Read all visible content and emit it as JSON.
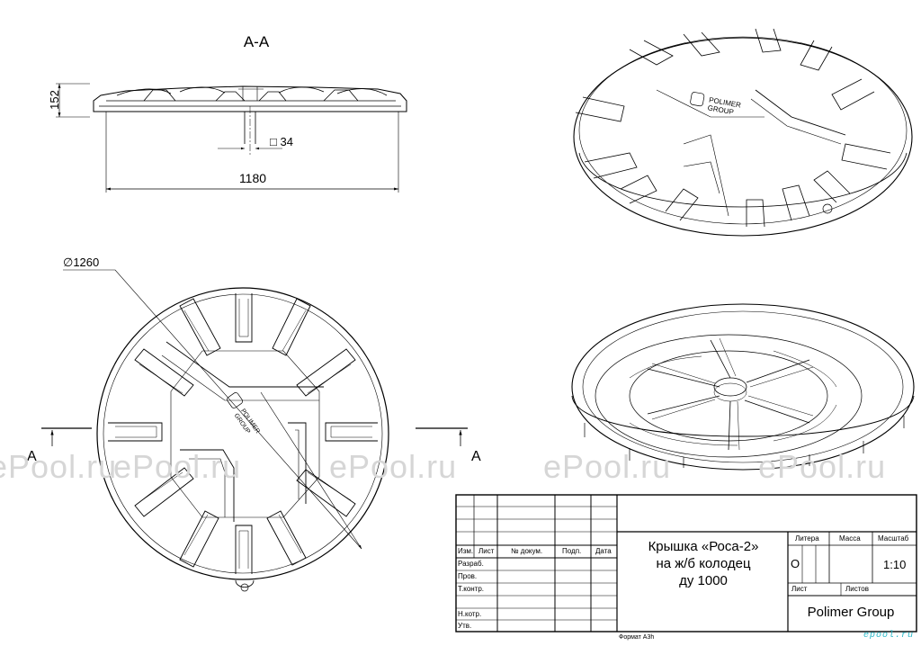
{
  "section": {
    "title": "A-A",
    "height_dim": "152",
    "square_dim": "□ 34",
    "width_dim": "1180"
  },
  "plan": {
    "diameter_dim": "∅1260",
    "cut_mark_left": "A",
    "cut_mark_right": "A",
    "logo_line1": "POLIMER",
    "logo_line2": "GROUP"
  },
  "iso": {
    "logo_line1": "POLIMER",
    "logo_line2": "GROUP"
  },
  "watermarks": [
    "ePool.ru",
    "ePool.ru",
    "ePool.ru",
    "ePool.ru",
    "ePool.ru"
  ],
  "title_block": {
    "cols": {
      "izm": "Изм.",
      "list": "Лист",
      "doc": "№ докум.",
      "podp": "Подп.",
      "data": "Дата"
    },
    "rows": {
      "razrab": "Разраб.",
      "prov": "Пров.",
      "tkontr": "Т.контр.",
      "nkontr": "Н.котр.",
      "utv": "Утв."
    },
    "title_line1": "Крышка «Роса-2»",
    "title_line2": "на ж/б колодец",
    "title_line3": "ду 1000",
    "litera": "Литера",
    "massa": "Масса",
    "masshtab": "Масштаб",
    "litera_value": "О",
    "scale_value": "1:10",
    "list": "Лист",
    "listov": "Листов",
    "company": "Polimer Group",
    "format": "Формат А3h",
    "site_logo": "epool.ru"
  }
}
